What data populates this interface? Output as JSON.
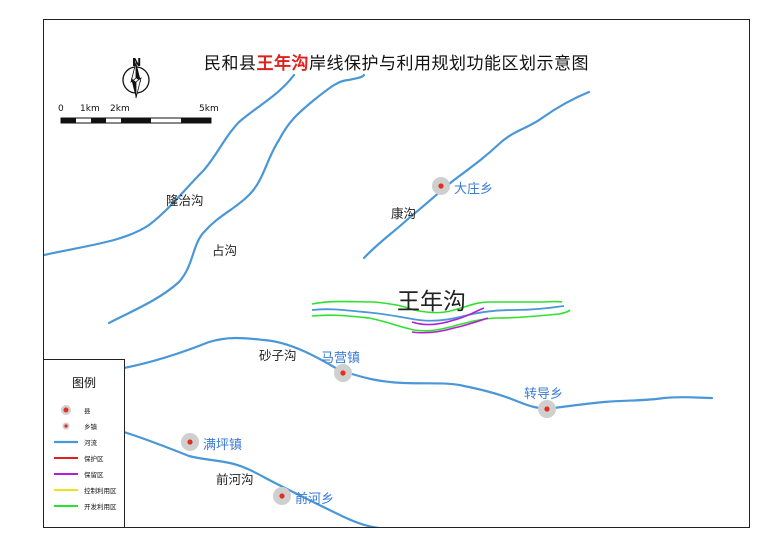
{
  "title": {
    "prefix": "民和县",
    "highlight": "王年沟",
    "suffix": "岸线保护与利用规划功能区划示意图"
  },
  "north_arrow": {
    "label": "N"
  },
  "scale_bar": {
    "labels": [
      "0",
      "1km",
      "2km",
      "5km"
    ]
  },
  "place_labels": {
    "longzhigou": "隆治沟",
    "zhangou": "占沟",
    "kanggou": "康沟",
    "wangniangou": "王年沟",
    "shazigou": "砂子沟",
    "qianhegou": "前河沟"
  },
  "towns": {
    "dazhuang": "大庄乡",
    "maying": "马营镇",
    "zhuandao": "转导乡",
    "manping": "满坪镇",
    "qianhe": "前河乡"
  },
  "legend": {
    "title": "图例",
    "items": [
      {
        "label": "县",
        "symbol": "county-point",
        "color": "#e0301e"
      },
      {
        "label": "乡镇",
        "symbol": "town-point",
        "color": "#e0301e"
      },
      {
        "label": "河流",
        "symbol": "line",
        "color": "#4a97d8"
      },
      {
        "label": "保护区",
        "symbol": "line",
        "color": "#e02020"
      },
      {
        "label": "保留区",
        "symbol": "line",
        "color": "#b020d0"
      },
      {
        "label": "控制利用区",
        "symbol": "line",
        "color": "#f0e020"
      },
      {
        "label": "开发利用区",
        "symbol": "line",
        "color": "#30e030"
      }
    ]
  },
  "colors": {
    "river": "#4a97d8",
    "reserve": "#b020d0",
    "development": "#30e030",
    "town_label": "#3a7bd5",
    "town_marker": "#e0301e"
  }
}
